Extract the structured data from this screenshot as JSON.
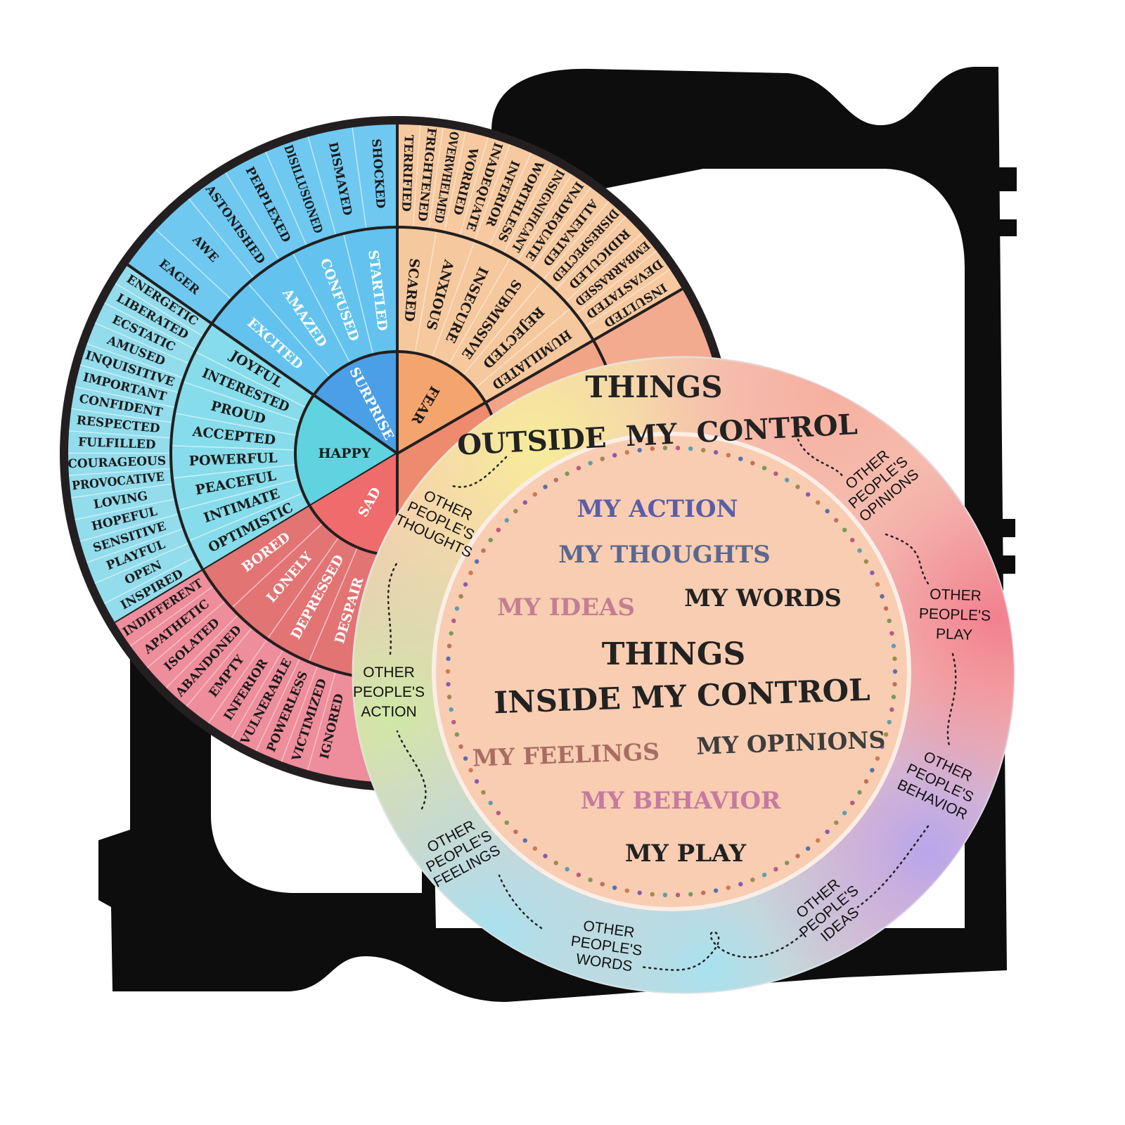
{
  "feelings_wheel": {
    "sectors": [
      {
        "core": "HAPPY",
        "from": 239,
        "to": 305,
        "colors": {
          "core": "#5fd3df",
          "mid": "#86dcea",
          "outer": "#92dcec",
          "line": "#c8f0f6",
          "text": "#1a1a1a"
        },
        "mid": [
          "OPTIMISTIC",
          "INTIMATE",
          "PEACEFUL",
          "POWERFUL",
          "ACCEPTED",
          "PROUD",
          "INTERESTED",
          "JOYFUL"
        ],
        "outer": [
          "INSPIRED",
          "OPEN",
          "PLAYFUL",
          "SENSITIVE",
          "HOPEFUL",
          "LOVING",
          "PROVOCATIVE",
          "COURAGEOUS",
          "FULFILLED",
          "RESPECTED",
          "CONFIDENT",
          "IMPORTANT",
          "INQUISITIVE",
          "AMUSED",
          "ECSTATIC",
          "LIBERATED",
          "ENERGETIC"
        ]
      },
      {
        "core": "SURPRISE",
        "from": 305,
        "to": 360,
        "colors": {
          "core": "#4a9fe6",
          "mid": "#63c3ee",
          "outer": "#6fc8f0",
          "line": "#c0e8fa",
          "text": "#ffffff"
        },
        "mid": [
          "EXCITED",
          "AMAZED",
          "CONFUSED",
          "STARTLED"
        ],
        "outer": [
          "EAGER",
          "AWE",
          "ASTONISHED",
          "PERPLEXED",
          "DISILLUSIONED",
          "DISMAYED",
          "SHOCKED"
        ]
      },
      {
        "core": "FEAR",
        "from": 0,
        "to": 60,
        "colors": {
          "core": "#f4a56e",
          "mid": "#f6c89e",
          "outer": "#f6c9a0",
          "line": "#fbe3cc",
          "text": "#1a1a1a"
        },
        "mid": [
          "SCARED",
          "ANXIOUS",
          "INSECURE",
          "SUBMISSIVE",
          "REJECTED",
          "HUMILIATED"
        ],
        "outer": [
          "TERRIFIED",
          "FRIGHTENED",
          "OVERWHELMED",
          "WORRIED",
          "INADEQUATE",
          "INFERIOR",
          "WORTHLESS",
          "INSIGNIFICANT",
          "INADEQUATE",
          "ALIENATED",
          "DISRESPECTED",
          "RIDICULED",
          "EMBARRASSED",
          "DEVASTATED",
          "INSULTED"
        ]
      },
      {
        "core": "",
        "from": 60,
        "to": 180,
        "colors": {
          "core": "#ee8a6e",
          "mid": "#f2a486",
          "outer": "#f3ab90",
          "line": "#f8d0c0",
          "text": "#1a1a1a"
        },
        "mid": [],
        "outer": []
      },
      {
        "core": "SAD",
        "from": 180,
        "to": 239,
        "colors": {
          "core": "#f06b6b",
          "mid": "#e27474",
          "outer": "#ee8d9b",
          "line": "#f6c0c8",
          "text": "#ffffff"
        },
        "mid": [
          "DESPAIR",
          "DEPRESSED",
          "LONELY",
          "BORED"
        ],
        "outer": [
          "IGNORED",
          "VICTIMIZED",
          "POWERLESS",
          "VULNERABLE",
          "INFERIOR",
          "EMPTY",
          "ABANDONED",
          "ISOLATED",
          "APATHETIC",
          "INDIFFERENT"
        ]
      }
    ]
  },
  "control_circle": {
    "outer_title_line1": "THINGS",
    "outer_title_line2": "OUTSIDE  MY  CONTROL",
    "outside_items": [
      {
        "l1": "OTHER",
        "l2": "PEOPLE'S",
        "l3": "OPINIONS"
      },
      {
        "l1": "OTHER",
        "l2": "PEOPLE'S",
        "l3": "PLAY"
      },
      {
        "l1": "OTHER",
        "l2": "PEOPLE'S",
        "l3": "BEHAVIOR"
      },
      {
        "l1": "OTHER",
        "l2": "PEOPLE'S",
        "l3": "IDEAS"
      },
      {
        "l1": "OTHER",
        "l2": "PEOPLE'S",
        "l3": "WORDS"
      },
      {
        "l1": "OTHER",
        "l2": "PEOPLE'S",
        "l3": "FEELINGS"
      },
      {
        "l1": "OTHER",
        "l2": "PEOPLE'S",
        "l3": "ACTION"
      },
      {
        "l1": "OTHER",
        "l2": "PEOPLE'S",
        "l3": "THOUGHTS"
      }
    ],
    "inside_items": {
      "action": "MY   ACTION",
      "thoughts": "MY   THOUGHTS",
      "ideas": "MY   IDEAS",
      "words": "MY   WORDS",
      "feelings": "MY   FEELINGS",
      "opinions": "MY   OPINIONS",
      "behavior": "MY   BEHAVIOR",
      "play": "MY   PLAY"
    },
    "inner_title_line1": "THINGS",
    "inner_title_line2": "INSIDE  MY CONTROL",
    "colors": {
      "inner_bg": "#f8cdb2",
      "action": "#5a5ea8",
      "thoughts": "#5b6890",
      "ideas": "#c47e92",
      "words": "#222222",
      "feelings": "#a86c62",
      "opinions": "#3d3d3d",
      "behavior": "#c67aa0",
      "play": "#222222",
      "title": "#222222"
    },
    "dot_colors": [
      "#5a6fb0",
      "#c0705a",
      "#7a9a5a",
      "#b85a80",
      "#5aa0b0",
      "#a08a50",
      "#8a5ab0",
      "#d07a50"
    ]
  }
}
